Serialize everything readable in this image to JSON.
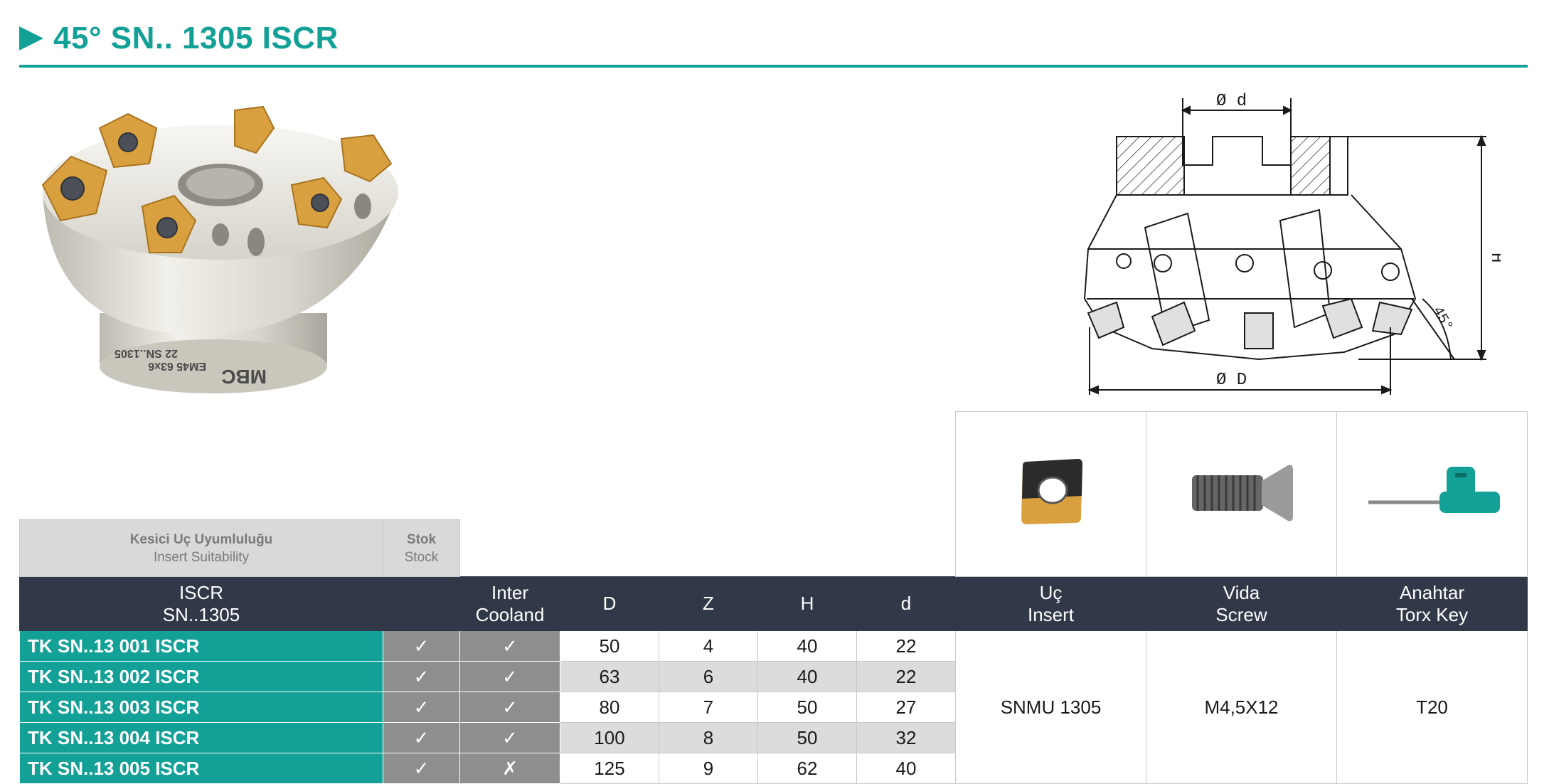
{
  "header": {
    "title": "45° SN.. 1305 ISCR"
  },
  "photo": {
    "engraving_brand": "MBC",
    "engraving_model": "EM45 63x6",
    "engraving_insert": "22 SN..1305"
  },
  "drawing": {
    "label_d": "Ø d",
    "label_D": "Ø D",
    "label_H": "H",
    "label_angle": "45°"
  },
  "suitability": {
    "title_tr": "Kesici Uç Uyumluluğu",
    "title_en": "Insert Suitability",
    "stock_tr": "Stok",
    "stock_en": "Stock"
  },
  "accessory_images": [
    "insert-icon",
    "screw-icon",
    "torx-key-icon"
  ],
  "table": {
    "col_iscr_1": "ISCR",
    "col_iscr_2": "SN..1305",
    "col_inter_1": "Inter",
    "col_inter_2": "Cooland",
    "col_D": "D",
    "col_Z": "Z",
    "col_H": "H",
    "col_d": "d",
    "col_insert_1": "Uç",
    "col_insert_2": "Insert",
    "col_screw_1": "Vida",
    "col_screw_2": "Screw",
    "col_key_1": "Anahtar",
    "col_key_2": "Torx Key",
    "rows": [
      {
        "code": "TK SN..13 001 ISCR",
        "stock": "✓",
        "coolant": "✓",
        "D": "50",
        "Z": "4",
        "H": "40",
        "d": "22"
      },
      {
        "code": "TK SN..13 002 ISCR",
        "stock": "✓",
        "coolant": "✓",
        "D": "63",
        "Z": "6",
        "H": "40",
        "d": "22"
      },
      {
        "code": "TK SN..13 003 ISCR",
        "stock": "✓",
        "coolant": "✓",
        "D": "80",
        "Z": "7",
        "H": "50",
        "d": "27"
      },
      {
        "code": "TK SN..13 004 ISCR",
        "stock": "✓",
        "coolant": "✓",
        "D": "100",
        "Z": "8",
        "H": "50",
        "d": "32"
      },
      {
        "code": "TK SN..13 005 ISCR",
        "stock": "✓",
        "coolant": "✗",
        "D": "125",
        "Z": "9",
        "H": "62",
        "d": "40"
      }
    ],
    "insert": "SNMU 1305",
    "screw": "M4,5X12",
    "key": "T20"
  },
  "colors": {
    "accent": "#12a097",
    "header_bg": "#313848",
    "check_bg": "#8e8e8e",
    "stripe": "#dcdcdc",
    "insert_gold": "#d9a040"
  }
}
